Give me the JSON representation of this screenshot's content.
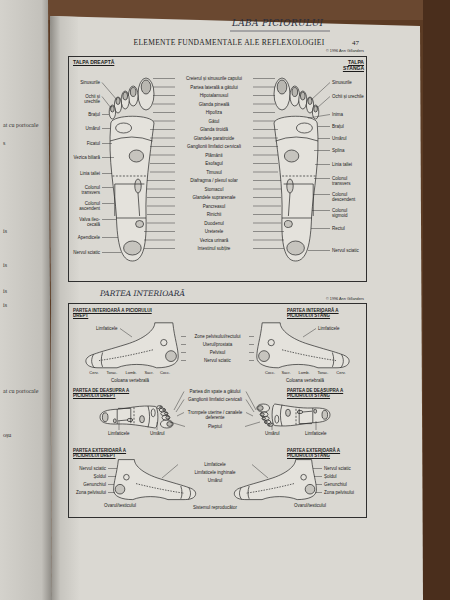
{
  "diagram": {
    "title": "ELEMENTE FUNDAMENTALE ALE REFLEXOLOGIEI",
    "nodes": [
      {
        "text": [
          "TALPA DREAPTĂ",
          "TALPA STÂNGĂ"
        ]
      },
      {
        "text": [
          "PARTEA INTERIOARĂ A PICIORULUI DREPT",
          "PARTEA INTERIOARĂ A PICIORULUI STÂNG",
          "PARTEA DE DEASUPRA A PICIORULUI DREPT",
          "PARTEA DE DEASUPRA A PICIORULUI STÂNG",
          "PARTEA EXTERIOARĂ A PICIORULUI DREPT",
          "PARTEA EXTERIOARĂ A PICIORULUI STÂNG"
        ]
      }
    ],
    "labels": [
      "LABA PICIORULUI",
      "PARTEA INTERIOARĂ",
      "47",
      "© 1996 Ann Gillanders",
      "© 1996 Ann Gillanders",
      "at cu portocale",
      "s",
      "is",
      "is",
      "is",
      "is",
      "at cu portocale",
      "oșu",
      "Sinusurile",
      "Ochii și urechile",
      "Brațul",
      "Umărul",
      "Ficatul",
      "Vezica biliară",
      "Linia taliei",
      "Colonul transvers",
      "Colonul ascendent",
      "Valva ileo-cecală",
      "Apendicele",
      "Nervul sciatic",
      "Creierul și sinusurile capului",
      "Partea laterală a gâtului",
      "Hipotalamusul",
      "Glanda pineală",
      "Hipofiza",
      "Gâtul",
      "Glanda tiroidă",
      "Glandele paratiroide",
      "Ganglionii limfatici cervicali",
      "Plămânii",
      "Esofagul",
      "Timusul",
      "Diafragma / plexul solar",
      "Stomacul",
      "Glandele suprarenale",
      "Pancreasul",
      "Rinichii",
      "Duodenul",
      "Ureterele",
      "Vezica urinară",
      "Intestinul subțire",
      "Sinusurile",
      "Ochii și urechile",
      "Inima",
      "Brațul",
      "Umărul",
      "Splina",
      "Linia taliei",
      "Colonul transvers",
      "Colonul descendent",
      "Colonul sigmoid",
      "Rectul",
      "Nervul sciatic",
      "Limfaticele",
      "Zone pelvisului/rectului",
      "Uterul/prostata",
      "Pelvisul",
      "Nervul sciatic",
      "Limfaticele",
      "Cerv.",
      "Torac.",
      "Lomb.",
      "Sacr.",
      "Cocc.",
      "Coloana vertebrală",
      "Cocc.",
      "Sacr.",
      "Lomb.",
      "Torac.",
      "Cerv.",
      "Coloana vertebrală",
      "Partea din spate a gâtului",
      "Ganglionii limfatici cervicali",
      "Trompele uterine / canalele deferente",
      "Pieptul",
      "Limfaticele",
      "Umărul",
      "Umărul",
      "Limfaticele",
      "Nervul sciatic",
      "Șoldul",
      "Genunchiul",
      "Zona pelvisului",
      "Nervul sciatic",
      "Șoldul",
      "Genunchiul",
      "Zona pelvisului",
      "Limfaticele",
      "Limfaticele inghinale",
      "Umărul",
      "Ovarul/testiculul",
      "Sistemul reproducător",
      "Ovarul/testiculul"
    ]
  }
}
